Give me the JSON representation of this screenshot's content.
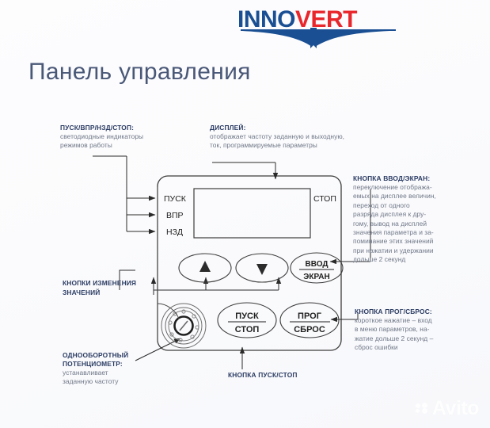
{
  "brand": {
    "name_part1": "INNO",
    "name_part2": "VERT",
    "color_blue": "#1a4f93",
    "color_red": "#e8262c"
  },
  "page": {
    "title": "Панель управления",
    "title_color": "#4a5878"
  },
  "annotations": {
    "leds": {
      "heading": "ПУСК/ВПР/НЗД/СТОП:",
      "lines": [
        "светодиодные индикаторы",
        "режимов работы"
      ]
    },
    "display": {
      "heading": "ДИСПЛЕЙ:",
      "lines": [
        "отображает частоту заданную и выходную,",
        "ток, программируемые параметры"
      ]
    },
    "enter_screen": {
      "heading": "КНОПКА ВВОД/ЭКРАН:",
      "lines": [
        "переключение отобража-",
        "емых на дисплее величин,",
        "переход от одного",
        "разряда дисплея к дру-",
        "гому, вывод на дисплей",
        "значения параметра и за-",
        "поминание этих значений",
        "при нажатии и удержании",
        "дольше 2 секунд"
      ]
    },
    "prog_reset": {
      "heading": "КНОПКА ПРОГ/СБРОС:",
      "lines": [
        "короткое нажатие – вход",
        "в меню параметров, на-",
        "жатие дольше 2 секунд –",
        "сброс ошибки"
      ]
    },
    "change_buttons": {
      "heading_lines": [
        "КНОПКИ ИЗМЕНЕНИЯ",
        "ЗНАЧЕНИЙ"
      ]
    },
    "potentiometer": {
      "heading_lines": [
        "ОДНООБОРОТНЫЙ",
        "ПОТЕНЦИОМЕТР:"
      ],
      "lines": [
        "устанавливает",
        "заданную частоту"
      ]
    },
    "start_stop": {
      "heading": "КНОПКА ПУСК/СТОП"
    }
  },
  "panel": {
    "led_labels": [
      "ПУСК",
      "ВПР",
      "НЗД"
    ],
    "stop_label": "СТОП",
    "buttons": {
      "up": "▲",
      "down": "▼",
      "enter_top": "ВВОД",
      "enter_bottom": "ЭКРАН",
      "start_top": "ПУСК",
      "start_bottom": "СТОП",
      "prog_top": "ПРОГ",
      "prog_bottom": "СБРОС"
    }
  },
  "watermark": {
    "text": "Avito"
  }
}
